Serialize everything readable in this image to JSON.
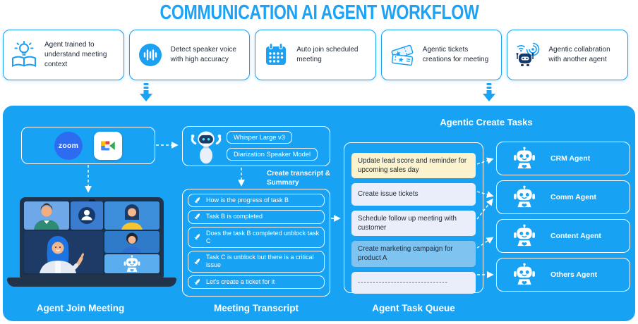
{
  "title": "COMMUNICATION AI AGENT WORKFLOW",
  "features": [
    {
      "icon": "idea-book-icon",
      "text": "Agent trained to understand meeting context"
    },
    {
      "icon": "voice-wave-icon",
      "text": "Detect speaker voice with high accuracy"
    },
    {
      "icon": "calendar-icon",
      "text": "Auto join scheduled meeting"
    },
    {
      "icon": "tickets-icon",
      "text": "Agentic tickets creations for meeting"
    },
    {
      "icon": "robot-collab-icon",
      "text": "Agentic collabration with another agent"
    }
  ],
  "join_meeting": {
    "apps": [
      "Zoom",
      "Google Meet"
    ],
    "zoom_label": "zoom",
    "caption": "Agent Join Meeting"
  },
  "transcription": {
    "models": [
      "Whisper Large v3",
      "Diarization Speaker Model"
    ],
    "arrow_note": "Create transcript & Summary",
    "messages": [
      "How is the progress of task B",
      "Task B is completed",
      "Does the task B completed unblock task C",
      "Task C is unblock but there is a critical issue",
      "Let's create a ticket for it"
    ],
    "caption": "Meeting Transcript"
  },
  "task_queue": {
    "caption": "Agent Task Queue",
    "items": [
      {
        "text": "Update lead score and reminder for upcoming sales day",
        "highlight": "yellow"
      },
      {
        "text": "Create issue tickets",
        "highlight": "none"
      },
      {
        "text": "Schedule follow up meeting with customer",
        "highlight": "none"
      },
      {
        "text": "Create marketing campaign for product A",
        "highlight": "blue"
      },
      {
        "text": "------------------------------",
        "highlight": "none"
      }
    ]
  },
  "agents": {
    "heading": "Agentic Create Tasks",
    "items": [
      {
        "label": "CRM Agent"
      },
      {
        "label": "Comm Agent"
      },
      {
        "label": "Content Agent"
      },
      {
        "label": "Others Agent"
      }
    ]
  },
  "colors": {
    "accent": "#1BA0F2",
    "panel_blue": "#18A2F4",
    "task_yellow": "#FBF2CE",
    "task_light": "#E9EEFA",
    "task_blue": "#7FC3F0",
    "zoom_blue": "#2D6CF0",
    "dark_navy": "#16396B"
  }
}
